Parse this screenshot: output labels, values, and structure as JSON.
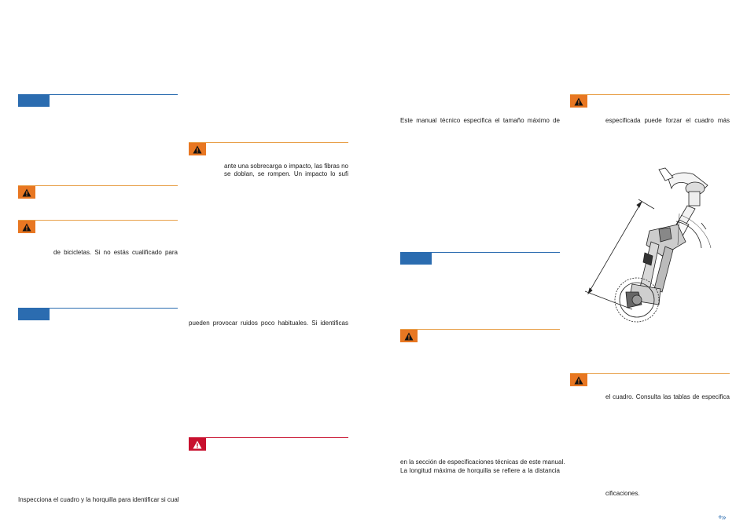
{
  "colors": {
    "note_blue": "#2b6cb0",
    "warning_orange": "#e87722",
    "danger_red": "#c8102e",
    "rule_orange": "#e8a04a",
    "rule_red": "#c8102e"
  },
  "icons": {
    "warning": "warning-triangle-icon",
    "next": "double-chevron-right-icon"
  },
  "col1": {
    "line1": "de  bicicletas.  Si  no  estás  cualificado  para",
    "line2": "Inspecciona el cuadro y la horquilla para identificar si cual"
  },
  "col2": {
    "line1": "ante una sobrecarga o impacto, las fibras no",
    "line2": "se  doblan,  se  rompen.  Un  impacto  lo  sufi",
    "line3": "pueden  provocar  ruidos  poco  habituales.  Si  identificas"
  },
  "col3": {
    "line1": "Este  manual  técnico  especifica  el  tamaño  máximo  de",
    "line2": "en la sección de especificaciones técnicas de este manual.",
    "line3": "La  longitud  máxima  de  horquilla  se  refiere  a  la  distancia"
  },
  "col4": {
    "line1": "especificada  puede  forzar  el  cuadro  más",
    "line2": "el  cuadro.  Consulta  las  tablas  de  especifica",
    "line3": "cificaciones."
  },
  "nav": {
    "next_label": "+»"
  }
}
